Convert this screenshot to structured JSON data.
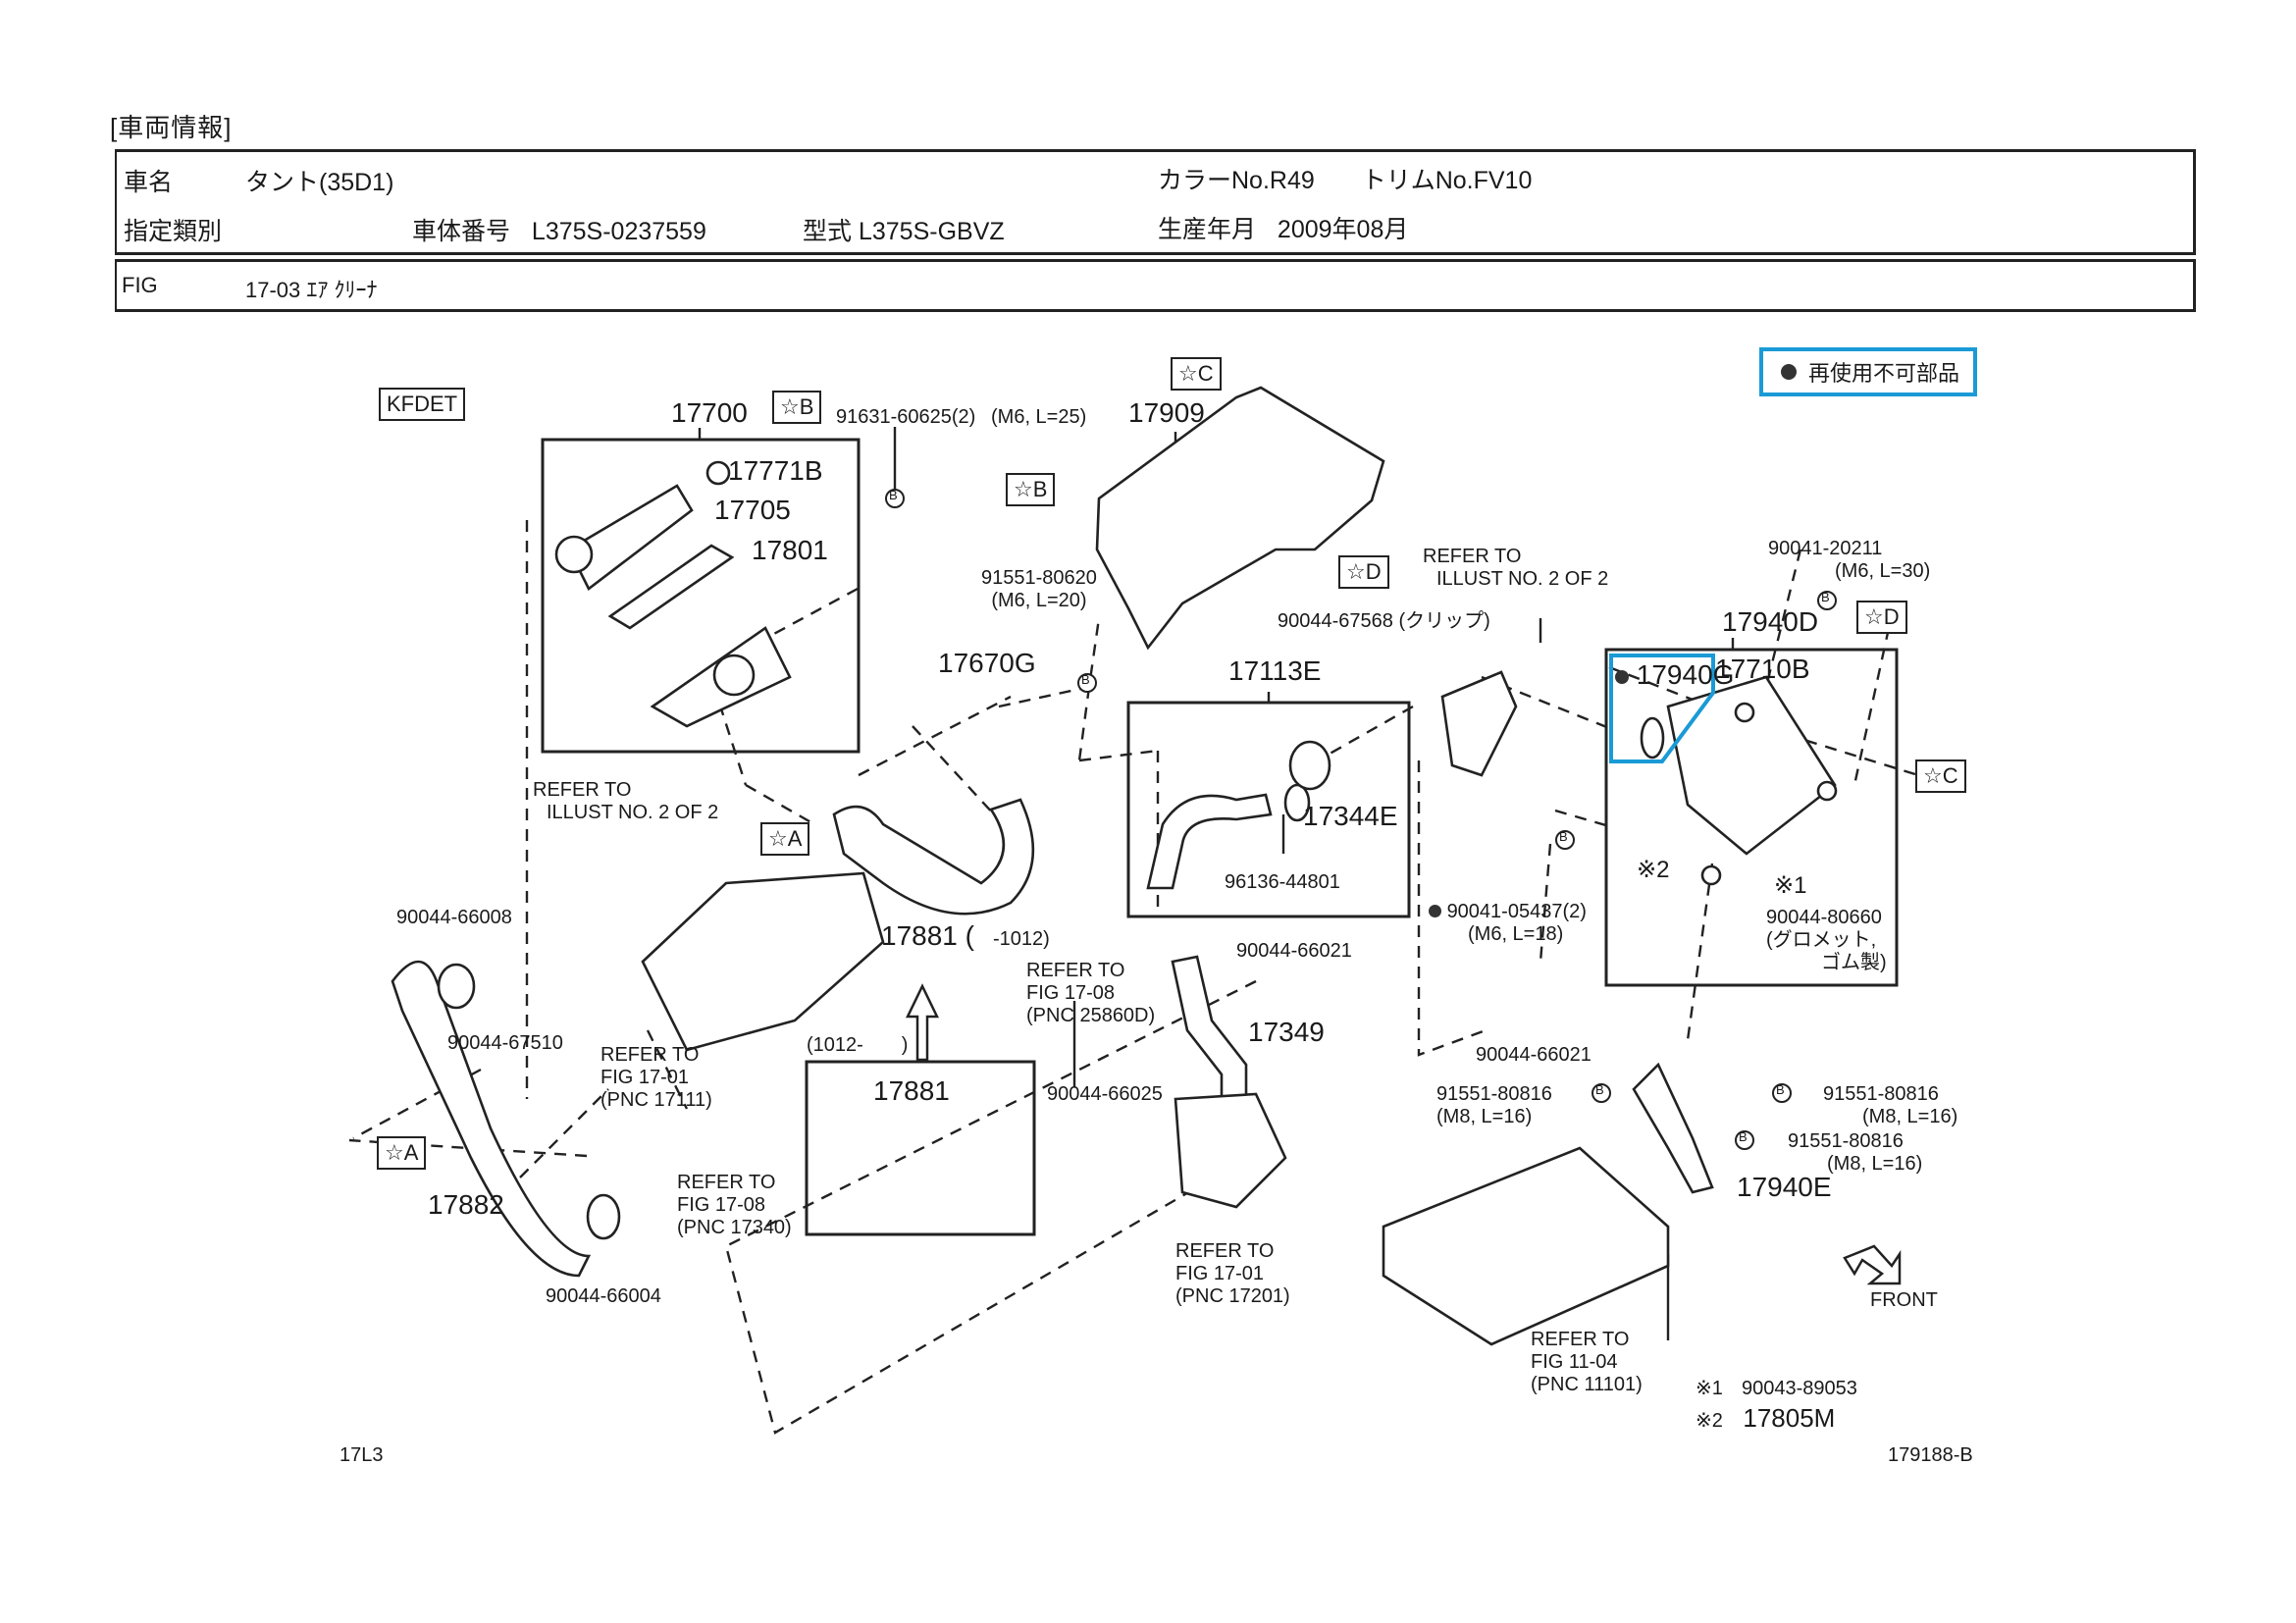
{
  "header": {
    "section_title": "[車両情報]",
    "vehicle_name_label": "車名",
    "vehicle_name": "タント(35D1)",
    "color_label": "カラーNo.",
    "color_value": "R49",
    "trim_label": "トリムNo.",
    "trim_value": "FV10",
    "designation_label": "指定類別",
    "frame_number_label": "車体番号",
    "frame_number": "L375S-0237559",
    "model_label": "型式",
    "model": "L375S-GBVZ",
    "production_label": "生産年月",
    "production_date": "2009年08月"
  },
  "figure": {
    "label": "FIG",
    "number": "17-03",
    "title": "ｴｱ ｸﾘｰﾅ"
  },
  "legend": {
    "non_reusable": "再使用不可部品",
    "highlight_color": "#1a9ad6"
  },
  "engine_code": "KFDET",
  "callouts": {
    "p17700": "17700",
    "p17771b": "17771B",
    "p17705": "17705",
    "p17801": "17801",
    "bolt_91631": "91631-60625(2)",
    "bolt_91631_spec": "(M6, L=25)",
    "p17909": "17909",
    "bolt_91551_80620": "91551-80620",
    "bolt_91551_80620_spec": "(M6, L=20)",
    "clip_90044_67568": "90044-67568 (クリップ)",
    "refer_illust_top_1": "REFER TO",
    "refer_illust_top_2": "ILLUST NO. 2 OF 2",
    "bolt_90041_20211": "90041-20211",
    "bolt_90041_20211_spec": "(M6, L=30)",
    "p17940d": "17940D",
    "p17940g": "17940G",
    "p17710b": "17710B",
    "note1_mark": "※1",
    "note2_mark": "※2",
    "grommet": "90044-80660",
    "grommet_desc_1": "(グロメット,",
    "grommet_desc_2": "ゴム製)",
    "p17670g": "17670G",
    "p17113e": "17113E",
    "p17344e": "17344E",
    "clamp_96136": "96136-44801",
    "bolt_90041_05437": "90041-05437(2)",
    "bolt_90041_05437_spec": "(M6, L=18)",
    "clamp_90044_66021_a": "90044-66021",
    "clamp_90044_66021_b": "90044-66021",
    "p17349": "17349",
    "clamp_90044_66025": "90044-66025",
    "refer_illust_left_1": "REFER TO",
    "refer_illust_left_2": "ILLUST NO. 2 OF 2",
    "clamp_90044_66008": "90044-66008",
    "clamp_90044_67510": "90044-67510",
    "p17881_a": "17881 (",
    "p17881_a_range": "-1012)",
    "p17881_b_range": "(1012-       )",
    "p17881_b": "17881",
    "refer_17111_1": "REFER TO",
    "refer_17111_2": "FIG  17-01",
    "refer_17111_3": "(PNC 17111)",
    "refer_25860d_1": "REFER TO",
    "refer_25860d_2": "FIG  17-08",
    "refer_25860d_3": "(PNC 25860D)",
    "refer_17340_1": "REFER TO",
    "refer_17340_2": "FIG  17-08",
    "refer_17340_3": "(PNC 17340)",
    "refer_17201_1": "REFER TO",
    "refer_17201_2": "FIG  17-01",
    "refer_17201_3": "(PNC 17201)",
    "refer_11101_1": "REFER TO",
    "refer_11101_2": "FIG  11-04",
    "refer_11101_3": "(PNC 11101)",
    "p17882": "17882",
    "clamp_90044_66004": "90044-66004",
    "bolt_91551_80816_a": "91551-80816",
    "bolt_91551_80816_a_spec": "(M8, L=16)",
    "bolt_91551_80816_b": "91551-80816",
    "bolt_91551_80816_b_spec": "(M8, L=16)",
    "bolt_91551_80816_c": "91551-80816",
    "bolt_91551_80816_c_spec": "(M8, L=16)",
    "p17940e": "17940E",
    "front": "FRONT",
    "bolt_symbol": "B"
  },
  "ref_markers": {
    "a": "☆A",
    "b": "☆B",
    "c": "☆C",
    "d": "☆D"
  },
  "footnotes": {
    "note1_mark": "※1",
    "note1_part": "90043-89053",
    "note2_mark": "※2",
    "note2_part": "17805M"
  },
  "footer": {
    "left_code": "17L3",
    "right_code": "179188-B"
  }
}
